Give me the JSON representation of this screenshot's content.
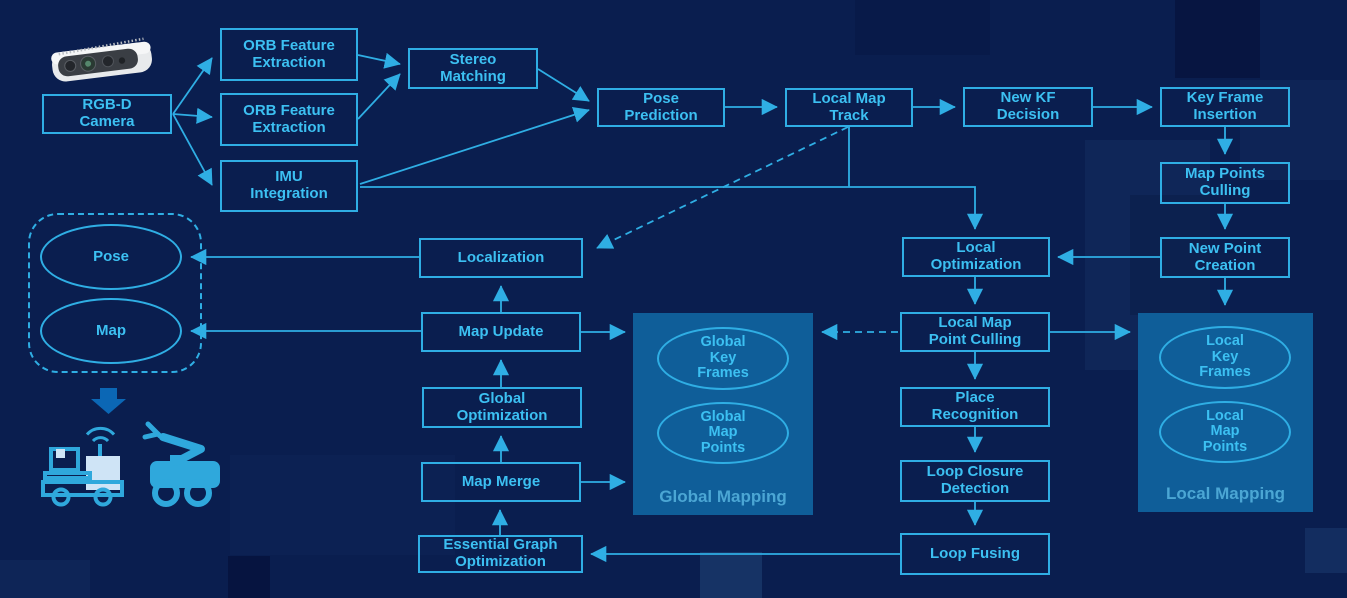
{
  "title": "RGB-D SLAM pipeline diagram",
  "colors": {
    "background": "#0A1E4F",
    "line_and_border": "#2FAEE4",
    "text": "#3CC0F2",
    "panel_fill": "#0F5E99",
    "panel_label": "#4BA6D4",
    "icon_blue": "#2FA8DC",
    "block_arrow": "#0B67B5"
  },
  "nodes": {
    "rgbd_camera": "RGB-D\nCamera",
    "orb_feature_extraction_1": "ORB Feature\nExtraction",
    "orb_feature_extraction_2": "ORB Feature\nExtraction",
    "imu_integration": "IMU\nIntegration",
    "stereo_matching": "Stereo\nMatching",
    "pose_prediction": "Pose\nPrediction",
    "local_map_track": "Local Map\nTrack",
    "new_kf_decision": "New KF\nDecision",
    "key_frame_insertion": "Key Frame\nInsertion",
    "map_points_culling": "Map Points\nCulling",
    "new_point_creation": "New Point\nCreation",
    "local_optimization": "Local\nOptimization",
    "localization": "Localization",
    "map_update": "Map Update",
    "global_optimization": "Global\nOptimization",
    "map_merge": "Map Merge",
    "essential_graph_optimization": "Essential Graph\nOptimization",
    "local_map_point_culling": "Local Map\nPoint Culling",
    "place_recognition": "Place\nRecognition",
    "loop_closure_detection": "Loop Closure\nDetection",
    "loop_fusing": "Loop Fusing"
  },
  "ellipses": {
    "pose": "Pose",
    "map": "Map",
    "global_key_frames": "Global\nKey\nFrames",
    "global_map_points": "Global\nMap\nPoints",
    "local_key_frames": "Local\nKey\nFrames",
    "local_map_points": "Local\nMap\nPoints"
  },
  "panels": {
    "global_mapping": "Global Mapping",
    "local_mapping": "Local Mapping"
  },
  "icons": {
    "camera": "rgbd-depth-camera-photo",
    "block_arrow": "block-down-arrow",
    "agv": "agv-robot-with-wifi",
    "arm_rover": "robot-arm-rover"
  }
}
